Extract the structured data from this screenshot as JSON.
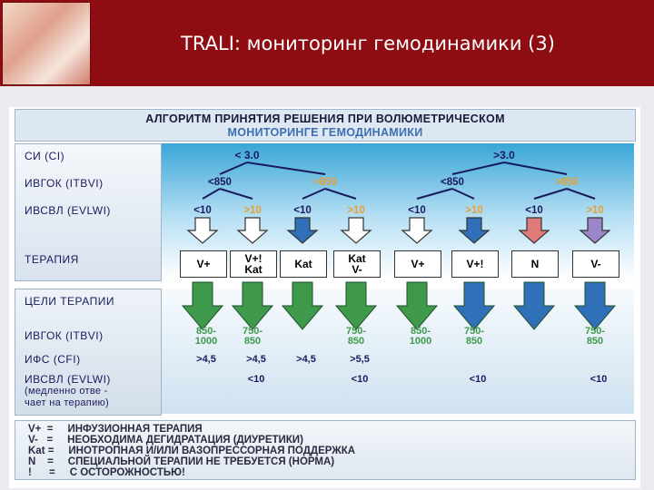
{
  "header": {
    "title": "TRALI: мониторинг гемодинамики (3)"
  },
  "diagram": {
    "title_line1": "АЛГОРИТМ ПРИНЯТИЯ РЕШЕНИЯ ПРИ ВОЛЮМЕТРИЧЕСКОМ",
    "title_line2": "МОНИТОРИНГЕ ГЕМОДИНАМИКИ",
    "rows": {
      "ci": "СИ (CI)",
      "itbvi": "ИВГОК (ITBVI)",
      "evlwi": "ИВСВЛ (EVLWI)",
      "therapy": "ТЕРАПИЯ"
    },
    "ci_values": [
      "< 3.0",
      ">3.0"
    ],
    "itbvi_values": [
      "<850",
      ">850",
      "<850",
      ">850"
    ],
    "evlwi_values": [
      "<10",
      ">10",
      "<10",
      ">10",
      "<10",
      ">10",
      "<10",
      ">10"
    ],
    "therapy_boxes": [
      "V+",
      "V+!\nKat",
      "Kat",
      "Kat\nV-",
      "V+",
      "V+!",
      "N",
      "V-"
    ],
    "goals": {
      "header": "ЦЕЛИ ТЕРАПИИ",
      "itbvi": "ИВГОК (ITBVI)",
      "cfi": "ИФС (CFI)",
      "evlwi": "ИВСВЛ (EVLWI)",
      "evlwi_note1": "(медленно отве -",
      "evlwi_note2": "чает на терапию)"
    },
    "goal_itbvi": [
      "850-\n1000",
      "750-\n850",
      "",
      "750-\n850",
      "850-\n1000",
      "750-\n850",
      "",
      "750-\n850"
    ],
    "goal_cfi": [
      ">4,5",
      ">4,5",
      ">4,5",
      ">5,5",
      "",
      "",
      "",
      ""
    ],
    "goal_evlwi": [
      "",
      "<10",
      "",
      "<10",
      "",
      "<10",
      "",
      "<10"
    ],
    "legend": [
      "V+  =     ИНФУЗИОННАЯ ТЕРАПИЯ",
      "V-   =     НЕОБХОДИМА ДЕГИДРАТАЦИЯ (ДИУРЕТИКИ)",
      "Kat =     ИНОТРОПНАЯ И/ИЛИ ВАЗОПРЕССОРНАЯ ПОДДЕРЖКА",
      "N    =     СПЕЦИАЛЬНОЙ ТЕРАПИИ НЕ ТРЕБУЕТСЯ (НОРМА)",
      "!      =     С ОСТОРОЖНОСТЬЮ!"
    ],
    "colors": {
      "header_bg": "#8e0d12",
      "green_arrow": "#3e9a4a",
      "blue_arrow": "#2f70b8",
      "red_arrow": "#e07a7a",
      "purple_arrow": "#9c86c8"
    }
  }
}
